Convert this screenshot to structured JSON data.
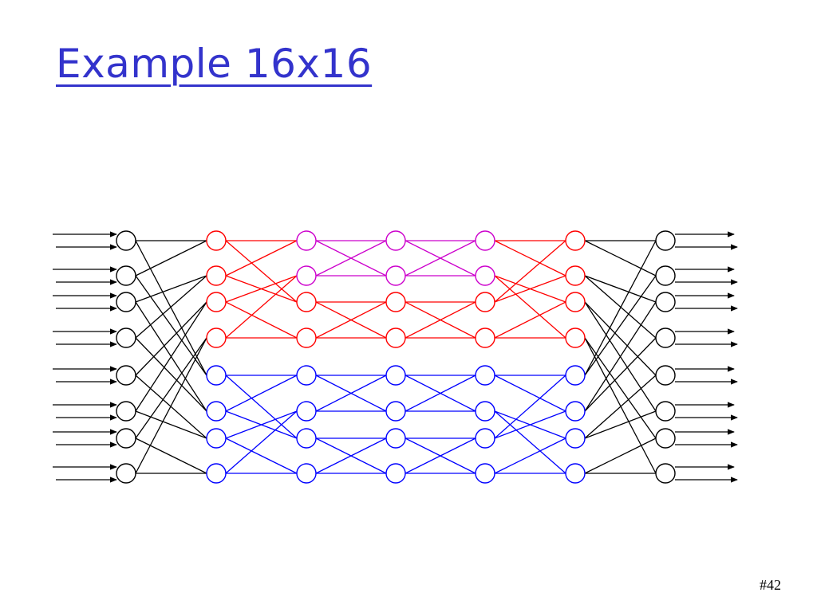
{
  "slide": {
    "title": "Example 16x16",
    "slide_number": "#42"
  },
  "colors": {
    "title": "#3333cc",
    "outer_links": "#000000",
    "upper_half": "#ff0000",
    "upper_middle": "#cc00cc",
    "lower_half": "#0000ff",
    "background": "#ffffff"
  },
  "diagram": {
    "network_size": 16,
    "switch_columns": 7,
    "switches_per_column": 8,
    "inputs_per_switch": 2,
    "outputs_per_switch": 2
  }
}
